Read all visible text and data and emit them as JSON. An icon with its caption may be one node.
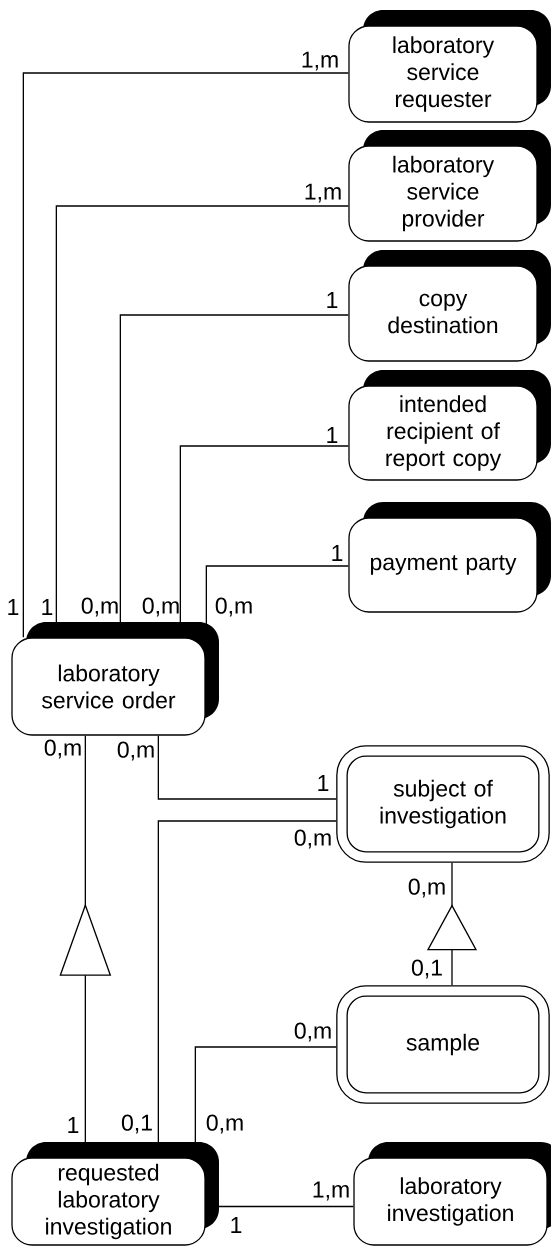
{
  "diagram": {
    "nodes": [
      {
        "text": [
          "laboratory service requester"
        ]
      },
      {
        "text": [
          "laboratory service provider"
        ]
      },
      {
        "text": [
          "copy destination"
        ]
      },
      {
        "text": [
          "intended recipient of report copy"
        ]
      },
      {
        "text": [
          "payment party"
        ]
      },
      {
        "text": [
          "laboratory service order"
        ]
      },
      {
        "text": [
          "subject of investigation"
        ]
      },
      {
        "text": [
          "sample"
        ]
      },
      {
        "text": [
          "requested laboratory investigation"
        ]
      },
      {
        "text": [
          "laboratory investigation"
        ]
      }
    ],
    "edges": [
      {
        "from": 5,
        "to": 0,
        "arrow": "none"
      },
      {
        "from": 5,
        "to": 1,
        "arrow": "none"
      },
      {
        "from": 5,
        "to": 2,
        "arrow": "none"
      },
      {
        "from": 5,
        "to": 3,
        "arrow": "none"
      },
      {
        "from": 5,
        "to": 4,
        "arrow": "none"
      },
      {
        "from": 8,
        "to": 5,
        "arrow": "to"
      },
      {
        "from": 5,
        "to": 6,
        "arrow": "none"
      },
      {
        "from": 8,
        "to": 6,
        "arrow": "none"
      },
      {
        "from": 7,
        "to": 6,
        "arrow": "to"
      },
      {
        "from": 8,
        "to": 7,
        "arrow": "none"
      },
      {
        "from": 8,
        "to": 9,
        "arrow": "none"
      }
    ],
    "labels": [
      "1,m",
      "1,m",
      "1",
      "1",
      "1",
      "1",
      "1",
      "0,m",
      "0,m",
      "0,m",
      "0,m",
      "0,m",
      "1",
      "0,m",
      "0,m",
      "0,1",
      "0,m",
      "1",
      "0,1",
      "0,m",
      "1,m",
      "1"
    ]
  }
}
